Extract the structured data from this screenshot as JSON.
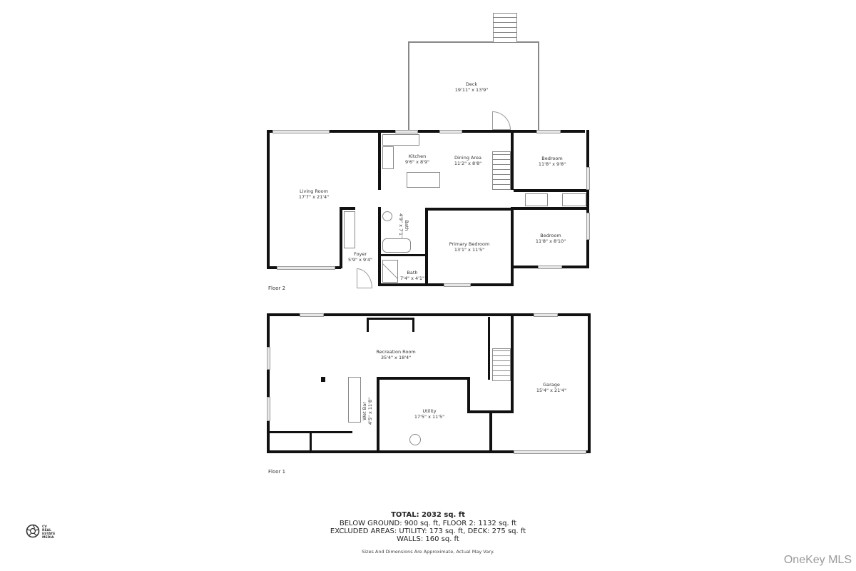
{
  "floorplan": {
    "floor2": {
      "label": "Floor 2",
      "rooms": [
        {
          "name": "Deck",
          "dims": "19'11\" x 13'9\""
        },
        {
          "name": "Kitchen",
          "dims": "9'6\" x 8'9\""
        },
        {
          "name": "Dining Area",
          "dims": "11'2\" x 8'8\""
        },
        {
          "name": "Bedroom",
          "dims": "11'8\" x 9'8\""
        },
        {
          "name": "Living Room",
          "dims": "17'7\" x 21'4\""
        },
        {
          "name": "Bath",
          "dims": "4'9\" x 7'1\""
        },
        {
          "name": "Primary Bedroom",
          "dims": "13'1\" x 11'5\""
        },
        {
          "name": "Bedroom",
          "dims": "11'8\" x 8'10\""
        },
        {
          "name": "Foyer",
          "dims": "5'9\" x 9'4\""
        },
        {
          "name": "Bath",
          "dims": "7'4\" x 4'1\""
        }
      ]
    },
    "floor1": {
      "label": "Floor 1",
      "rooms": [
        {
          "name": "Recreation Room",
          "dims": "35'4\" x 18'4\""
        },
        {
          "name": "Garage",
          "dims": "15'4\" x 21'4\""
        },
        {
          "name": "Wet Bar",
          "dims": "4'5\" x 11'8\""
        },
        {
          "name": "Utility",
          "dims": "17'5\" x 11'5\""
        }
      ]
    }
  },
  "summary": {
    "total": "TOTAL: 2032 sq. ft",
    "line1": "BELOW GROUND: 900 sq. ft, FLOOR 2: 1132 sq. ft",
    "line2": "EXCLUDED AREAS: UTILITY: 173 sq. ft, DECK: 275 sq. ft",
    "line3": "WALLS: 160 sq. ft",
    "disclaimer": "Sizes And Dimensions Are Approximate, Actual May Vary."
  },
  "branding": {
    "logo_lines": [
      "CV",
      "REAL",
      "ESTATE",
      "MEDIA"
    ],
    "logo_icon": "camera-aperture-icon",
    "watermark": "OneKey MLS"
  }
}
